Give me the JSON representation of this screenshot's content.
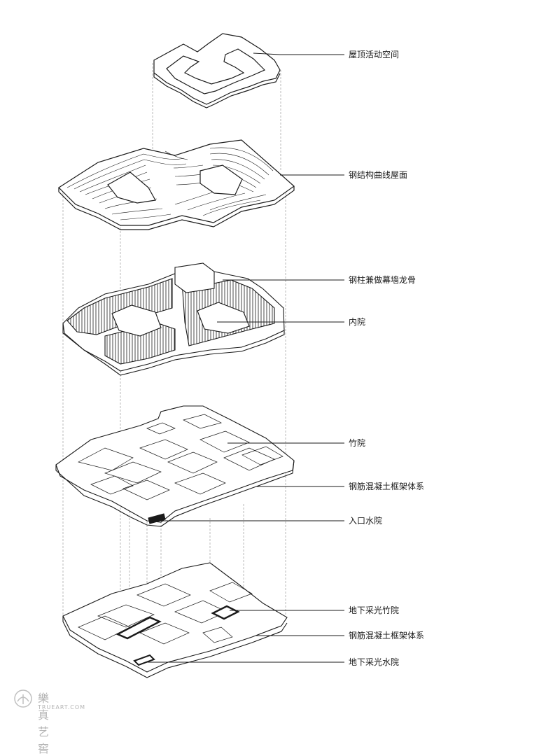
{
  "labels": {
    "roof_terrace": "屋顶活动空间",
    "steel_roof": "钢结构曲线屋面",
    "steel_columns": "钢柱兼做幕墙龙骨",
    "inner_court": "内院",
    "bamboo_court": "竹院",
    "rc_frame_upper": "钢筋混凝土框架体系",
    "entrance_water_court": "入口水院",
    "sunken_bamboo_court": "地下采光竹院",
    "rc_frame_lower": "钢筋混凝土框架体系",
    "sunken_water_court": "地下采光水院"
  },
  "watermark": {
    "main": "樂真艺窖",
    "sub": "TRUEART.COM"
  },
  "colors": {
    "line": "#1a1a1a",
    "guide": "#8a8a8a",
    "label": "#1a1a1a"
  }
}
